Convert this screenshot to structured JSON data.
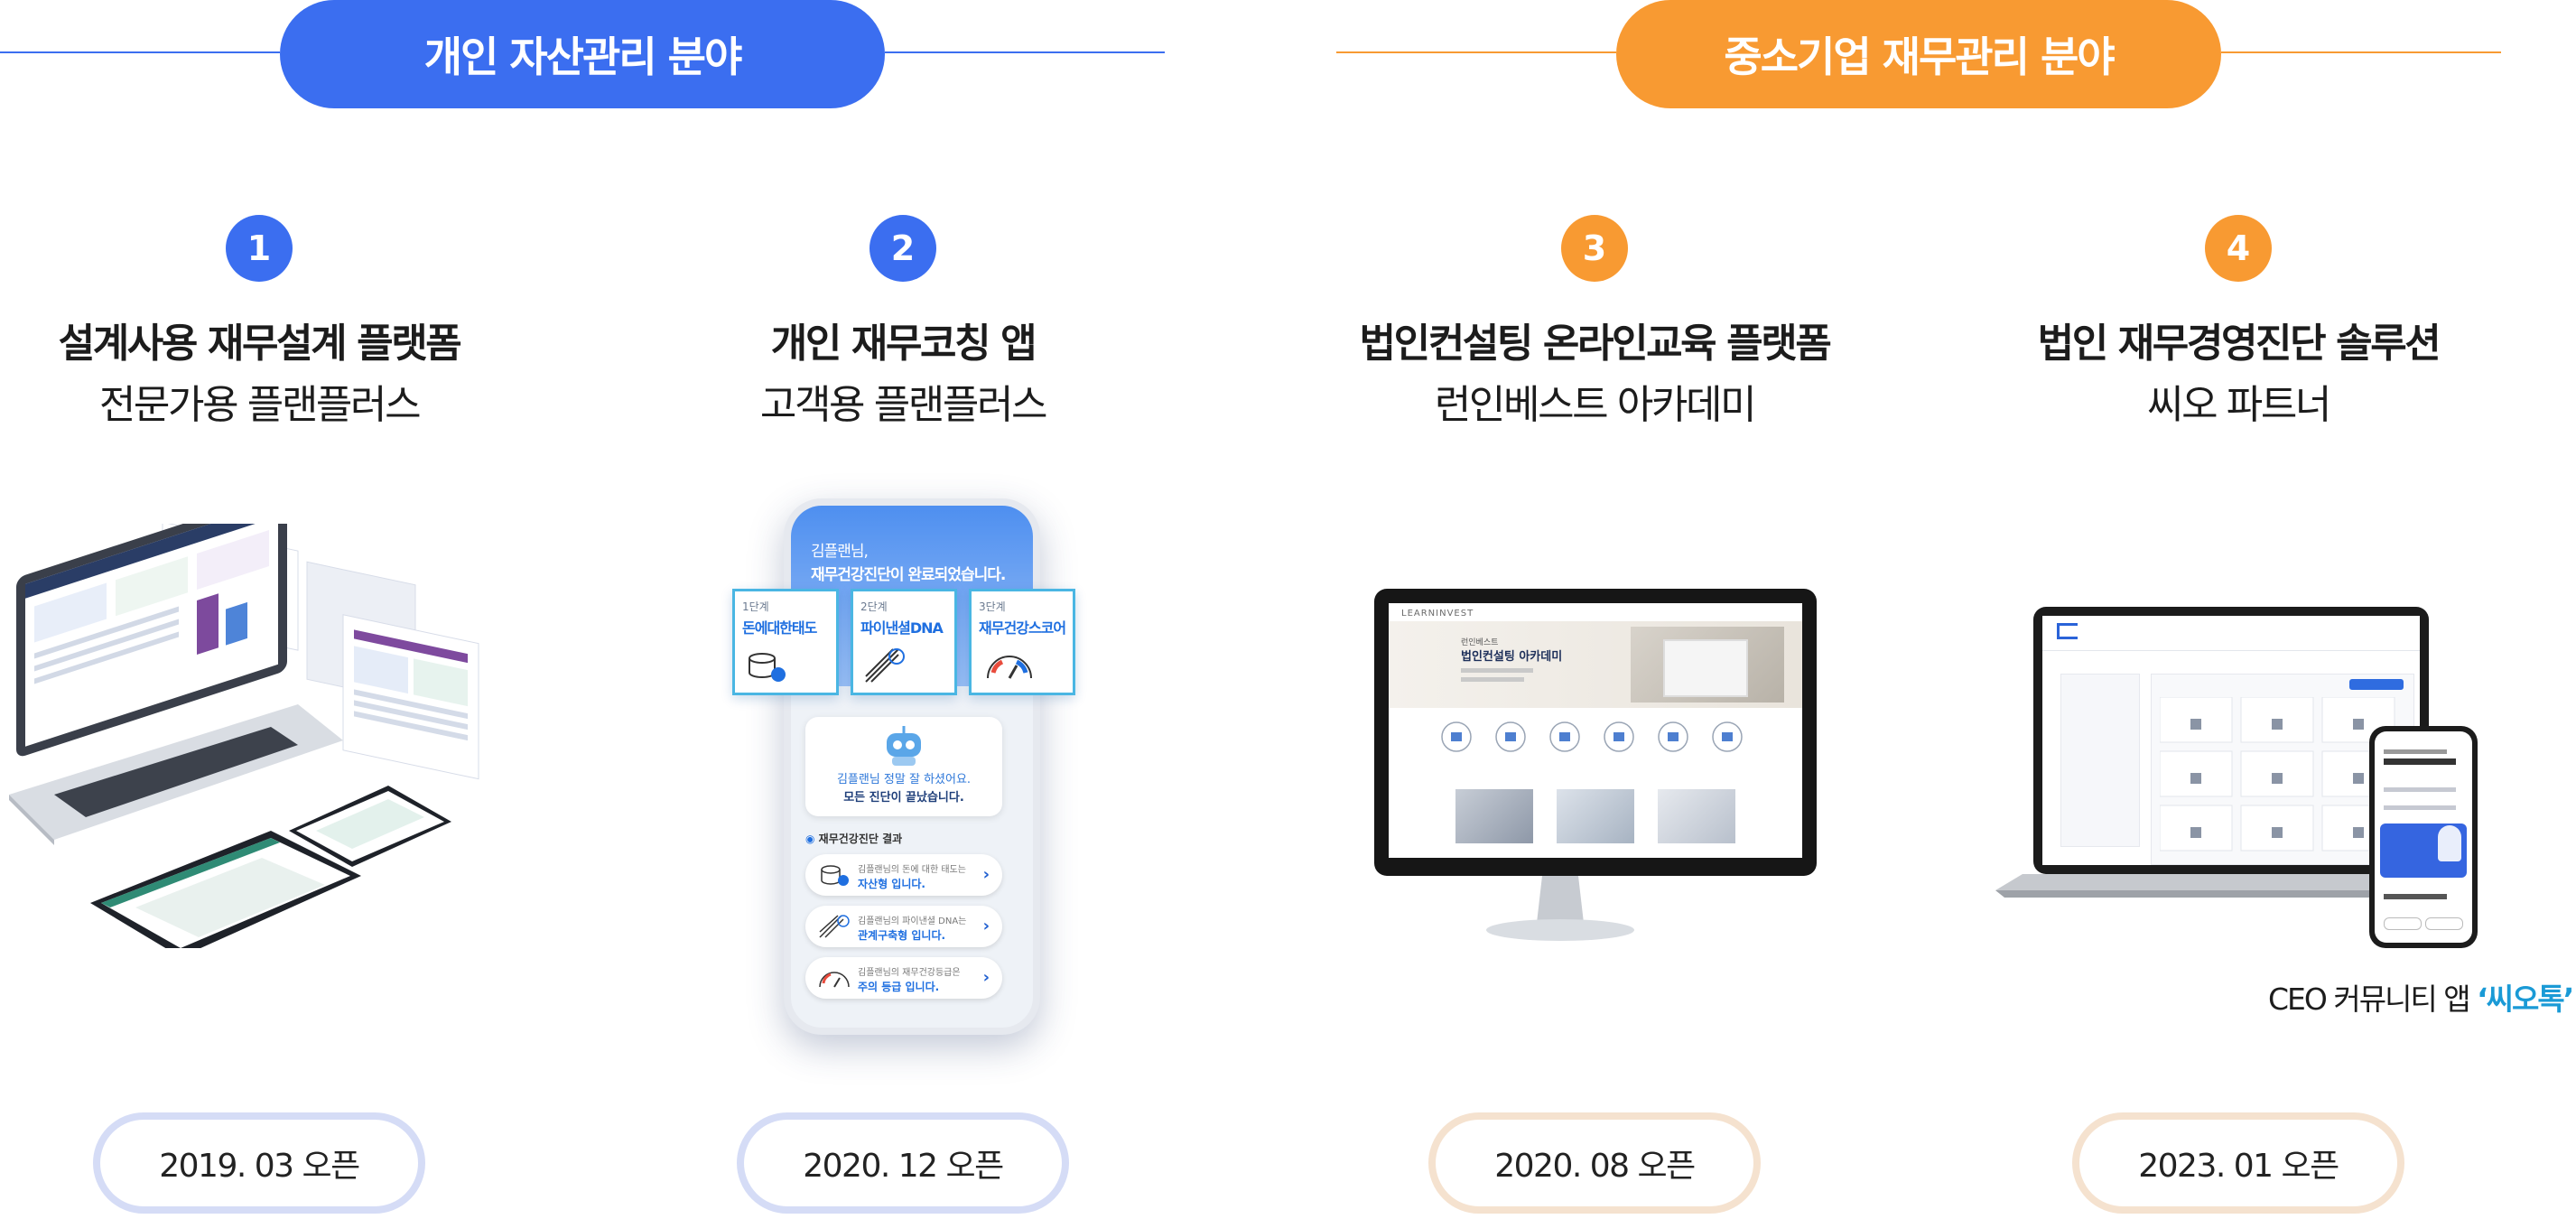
{
  "sections": {
    "personal": {
      "label": "개인 자산관리 분야",
      "color": "#3b6ef0"
    },
    "sme": {
      "label": "중소기업 재무관리 분야",
      "color": "#f89a32"
    }
  },
  "products": [
    {
      "number": "1",
      "title_line1": "설계사용 재무설계 플랫폼",
      "title_line2": "전문가용 플랜플러스",
      "open": "2019. 03 오픈"
    },
    {
      "number": "2",
      "title_line1": "개인 재무코칭 앱",
      "title_line2": "고객용 플랜플러스",
      "open": "2020. 12 오픈"
    },
    {
      "number": "3",
      "title_line1": "법인컨설팅 온라인교육  플랫폼",
      "title_line2": "런인베스트 아카데미",
      "open": "2020. 08 오픈"
    },
    {
      "number": "4",
      "title_line1": "법인 재무경영진단 솔루션",
      "title_line2": "씨오 파트너",
      "open": "2023. 01 오픈"
    }
  ],
  "phone_app": {
    "greeting_line1": "김플랜님,",
    "greeting_line2": "재무건강진단이 완료되었습니다.",
    "steps": [
      {
        "step": "1단계",
        "name": "돈에대한태도"
      },
      {
        "step": "2단계",
        "name": "파이낸셜DNA"
      },
      {
        "step": "3단계",
        "name": "재무건강스코어"
      }
    ],
    "bubble_line1": "김플랜님 정말 잘 하셨어요.",
    "bubble_line2": "모든 진단이 끝났습니다.",
    "results_heading": "재무건강진단 결과",
    "results": [
      {
        "line1": "김플랜님의 돈에 대한 태도는",
        "value": "자산형 입니다."
      },
      {
        "line1": "김플랜님의 파이낸셜 DNA는",
        "value": "관계구축형 입니다."
      },
      {
        "line1": "김플랜님의 재무건강등급은",
        "value": "주의 등급 입니다."
      }
    ]
  },
  "academy_site": {
    "logo": "LEARNINVEST",
    "hero_small": "런인베스트",
    "hero_title": "법인컨설팅 아카데미"
  },
  "ceo_app": {
    "prefix": "CEO 커뮤니티 앱 ",
    "name": "‘씨오톡’"
  },
  "colors": {
    "blue": "#3b6ef0",
    "orange": "#f89a32",
    "blue_pill_border": "#d5dcf6",
    "orange_pill_border": "#f5e2cf"
  }
}
